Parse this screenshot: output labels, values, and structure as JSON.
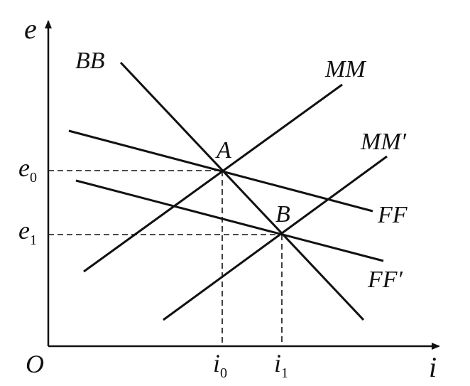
{
  "axes": {
    "y_label": "e",
    "x_label": "i",
    "origin_label": "O"
  },
  "ticks": {
    "e0": {
      "base": "e",
      "sub": "0"
    },
    "e1": {
      "base": "e",
      "sub": "1"
    },
    "i0": {
      "base": "i",
      "sub": "0"
    },
    "i1": {
      "base": "i",
      "sub": "1"
    }
  },
  "curves": {
    "bb": {
      "label": "BB"
    },
    "mm": {
      "label": "MM"
    },
    "mm_prime": {
      "label": "MM′"
    },
    "ff": {
      "label": "FF"
    },
    "ff_prime": {
      "label": "FF′"
    }
  },
  "points": {
    "a": {
      "label": "A"
    },
    "b": {
      "label": "B"
    }
  },
  "colors": {
    "ink": "#111111",
    "background": "#ffffff"
  }
}
